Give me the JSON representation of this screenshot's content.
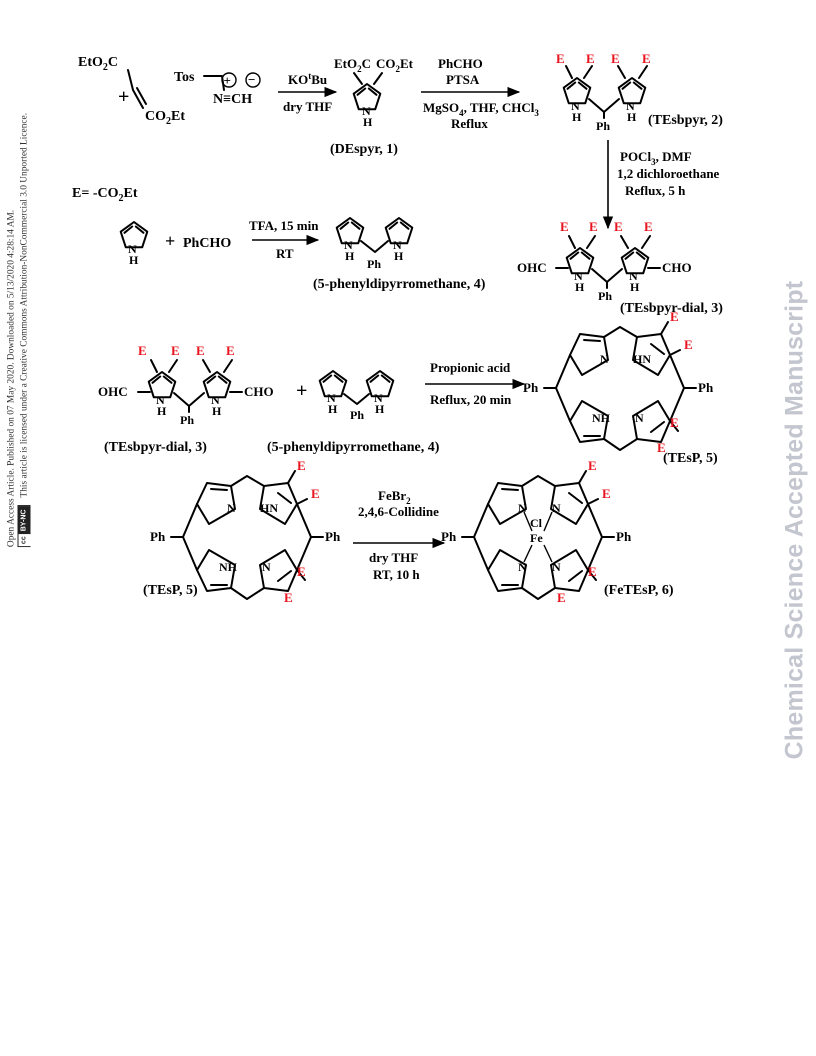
{
  "watermark": "Chemical Science Accepted Manuscript",
  "sidebar": {
    "line1": "Open Access Article. Published on 07 May 2020. Downloaded on 5/13/2020 4:28:14 AM.",
    "line2": "This article is licensed under a Creative Commons Attribution-NonCommercial 3.0 Unported Licence.",
    "badge_cc": "cc",
    "badge_by": "BY-NC"
  },
  "scheme": {
    "sm_ester_top": "EtO",
    "sm_ester_top_sub": "2",
    "sm_ester_top_end": "C",
    "sm_ester_bottom": "CO",
    "sm_ester_bottom_sub": "2",
    "sm_ester_bottom_end": "Et",
    "plus": "+",
    "tos": "Tos",
    "isocyanide": "N≡CH",
    "r1_reagent": "KO",
    "r1_reagent_sup": "t",
    "r1_reagent_end": "Bu",
    "r1_solvent": "dry THF",
    "despyr_left": "EtO",
    "despyr_left_sub": "2",
    "despyr_left_end": "C",
    "despyr_right": "CO",
    "despyr_right_sub": "2",
    "despyr_right_end": "Et",
    "n": "N",
    "h": "H",
    "nh": "NH",
    "hn": "HN",
    "e": "E",
    "ph": "Ph",
    "cho": "CHO",
    "ohc": "OHC",
    "label_1": "(DEspyr, 1)",
    "r2_line1": "PhCHO",
    "r2_line2": "PTSA",
    "r2_line3": "MgSO",
    "r2_line3_sub": "4",
    "r2_line3_end": ", THF, CHCl",
    "r2_line3_sub2": "3",
    "r2_line4": "Reflux",
    "label_2": "(TEsbpyr, 2)",
    "r3_line1": "POCl",
    "r3_line1_sub": "3",
    "r3_line1_end": ", DMF",
    "r3_line2": "1,2 dichloroethane",
    "r3_line3": "Reflux, 5 h",
    "e_definition_e": "E",
    "e_definition_rest": "= -CO",
    "e_definition_sub": "2",
    "e_definition_end": "Et",
    "phcho": "PhCHO",
    "r4_line1": "TFA, 15 min",
    "r4_line2": "RT",
    "label_4": "(5-phenyldipyrromethane, 4)",
    "label_3": "(TEsbpyr-dial, 3)",
    "label_3_row3": "(TEsbpyr-dial, 3)",
    "label_4_row3": "(5-phenyldipyrromethane, 4)",
    "r5_line1": "Propionic acid",
    "r5_line2": "Reflux, 20 min",
    "label_5": "(TEsP, 5)",
    "label_5_left": "(TEsP, 5)",
    "r6_line1": "FeBr",
    "r6_line1_sub": "2",
    "r6_line2": "2,4,6-Collidine",
    "r6_line3": "dry THF",
    "r6_line4": "RT, 10 h",
    "cl": "Cl",
    "fe": "Fe",
    "label_6": "(FeTEsP, 6)"
  }
}
